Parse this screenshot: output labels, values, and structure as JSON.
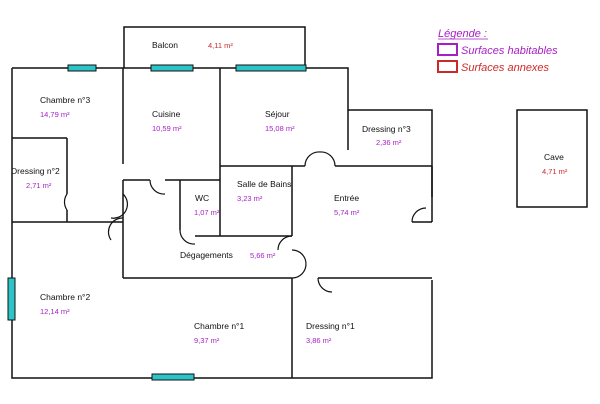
{
  "colors": {
    "wall": "#111111",
    "window": "#2bc4c8",
    "habitable": "#a61fc6",
    "annexe": "#cc2a2a"
  },
  "legend": {
    "title": "Légende :",
    "habitable_label": "Surfaces habitables",
    "annexe_label": "Surfaces annexes"
  },
  "rooms": {
    "balcon": {
      "name": "Balcon",
      "area": "4,11  m²"
    },
    "chambre3": {
      "name": "Chambre n°3",
      "area": "14,79  m²"
    },
    "cuisine": {
      "name": "Cuisine",
      "area": "10,59  m²"
    },
    "sejour": {
      "name": "Séjour",
      "area": "15,08  m²"
    },
    "dressing3": {
      "name": "Dressing n°3",
      "area": "2,36  m²"
    },
    "dressing2": {
      "name": "Dressing n°2",
      "area": "2,71  m²"
    },
    "wc": {
      "name": "WC",
      "area": "1,07  m²"
    },
    "sdb": {
      "name": "Salle de Bains",
      "area": "3,23  m²"
    },
    "entree": {
      "name": "Entrée",
      "area": "5,74  m²"
    },
    "degagements": {
      "name": "Dégagements",
      "area": "5,66  m²"
    },
    "chambre2": {
      "name": "Chambre n°2",
      "area": "12,14  m²"
    },
    "chambre1": {
      "name": "Chambre n°1",
      "area": "9,37  m²"
    },
    "dressing1": {
      "name": "Dressing n°1",
      "area": "3,86  m²"
    },
    "cave": {
      "name": "Cave",
      "area": "4,71  m²"
    }
  }
}
